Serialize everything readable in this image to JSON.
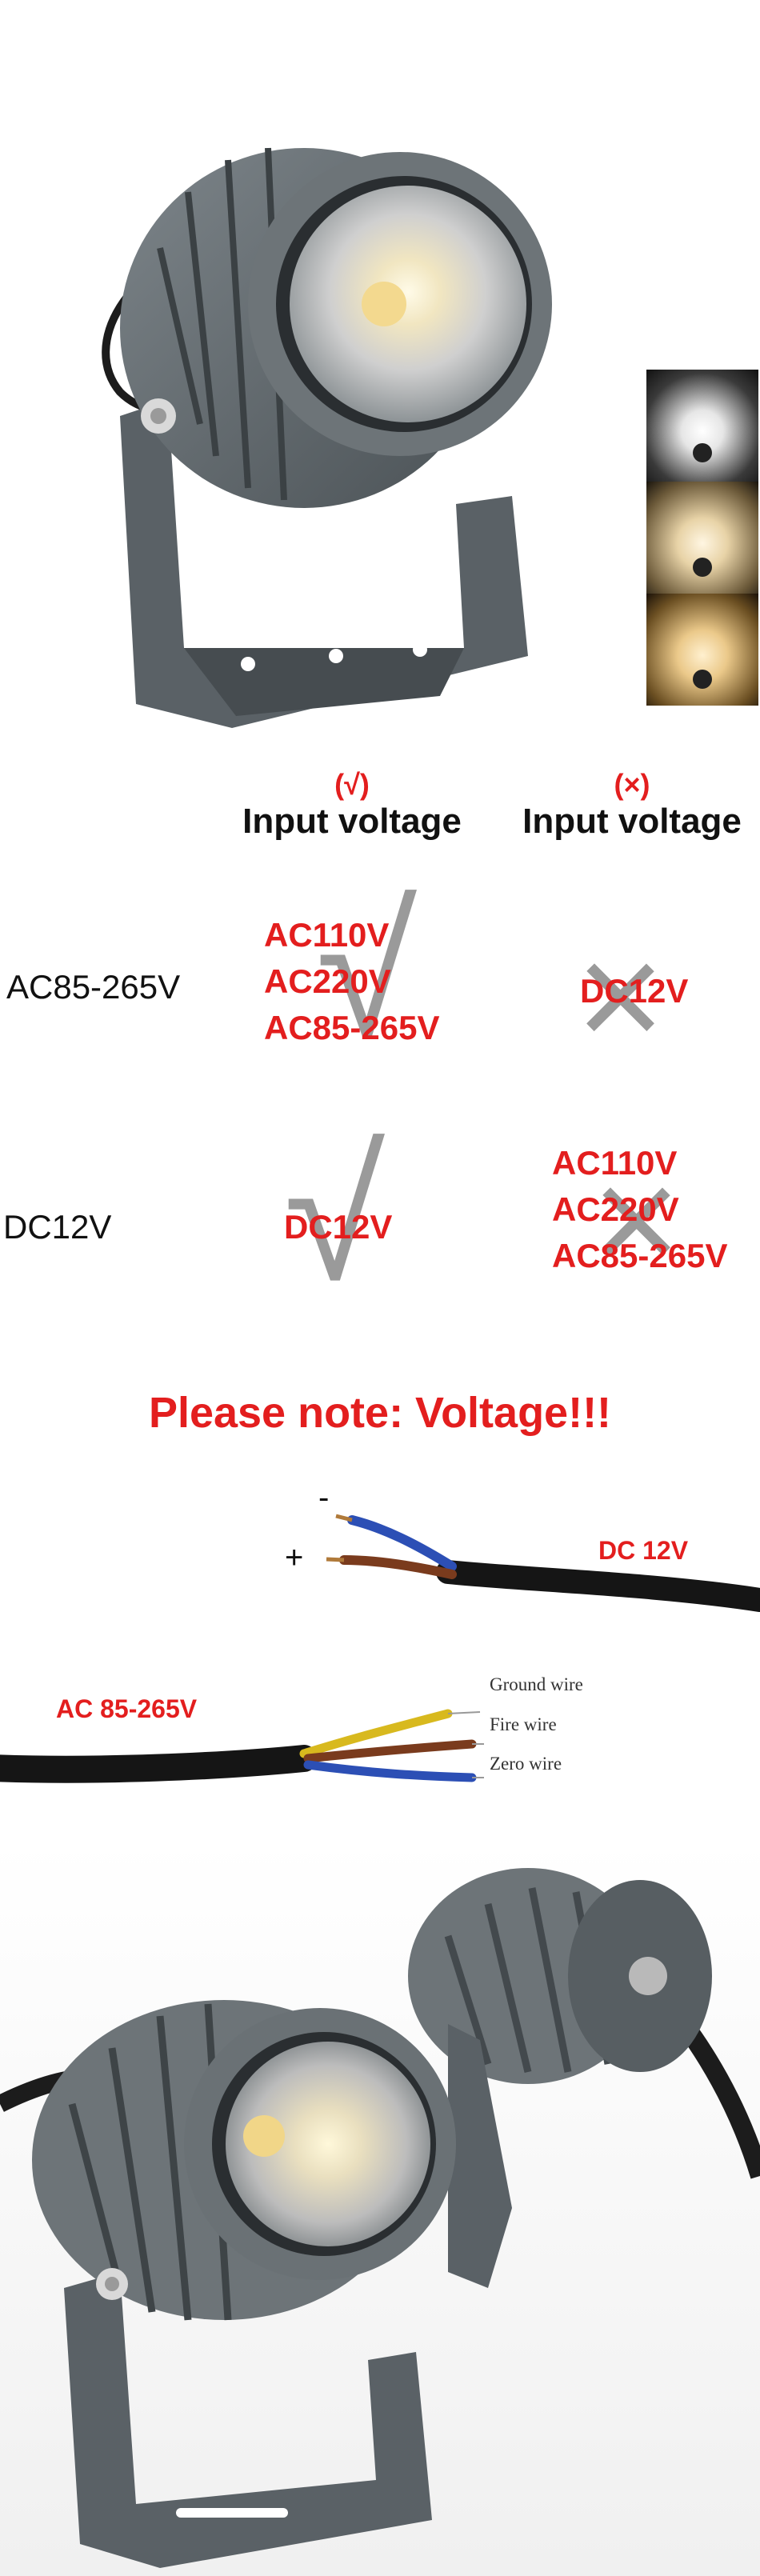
{
  "table": {
    "col_ok": {
      "mark": "(√)",
      "title": "Input voltage"
    },
    "col_no": {
      "mark": "(×)",
      "title": "Input voltage"
    },
    "rows": [
      {
        "label": "AC85-265V",
        "ok": [
          "AC110V",
          "AC220V",
          "AC85-265V"
        ],
        "no": [
          "DC12V"
        ]
      },
      {
        "label": "DC12V",
        "ok": [
          "DC12V"
        ],
        "no": [
          "AC110V",
          "AC220V",
          "AC85-265V"
        ]
      }
    ]
  },
  "note": "Please note: Voltage!!!",
  "dc": {
    "minus": "-",
    "plus": "+",
    "label": "DC 12V"
  },
  "ac": {
    "label": "AC 85-265V",
    "wires": [
      "Ground wire",
      "Fire wire",
      "Zero wire"
    ]
  },
  "colors": {
    "accent_red": "#e31e1e",
    "lamp_gray": "#6d7478",
    "wire_blue": "#2c4fb5",
    "wire_brown": "#7a3b1d",
    "wire_yellow": "#d8b91e",
    "cable_black": "#151515"
  },
  "icons": [
    "spotlight-photo",
    "color-temperature-swatch",
    "check-mark-icon",
    "cross-mark-icon",
    "cable-photo"
  ]
}
